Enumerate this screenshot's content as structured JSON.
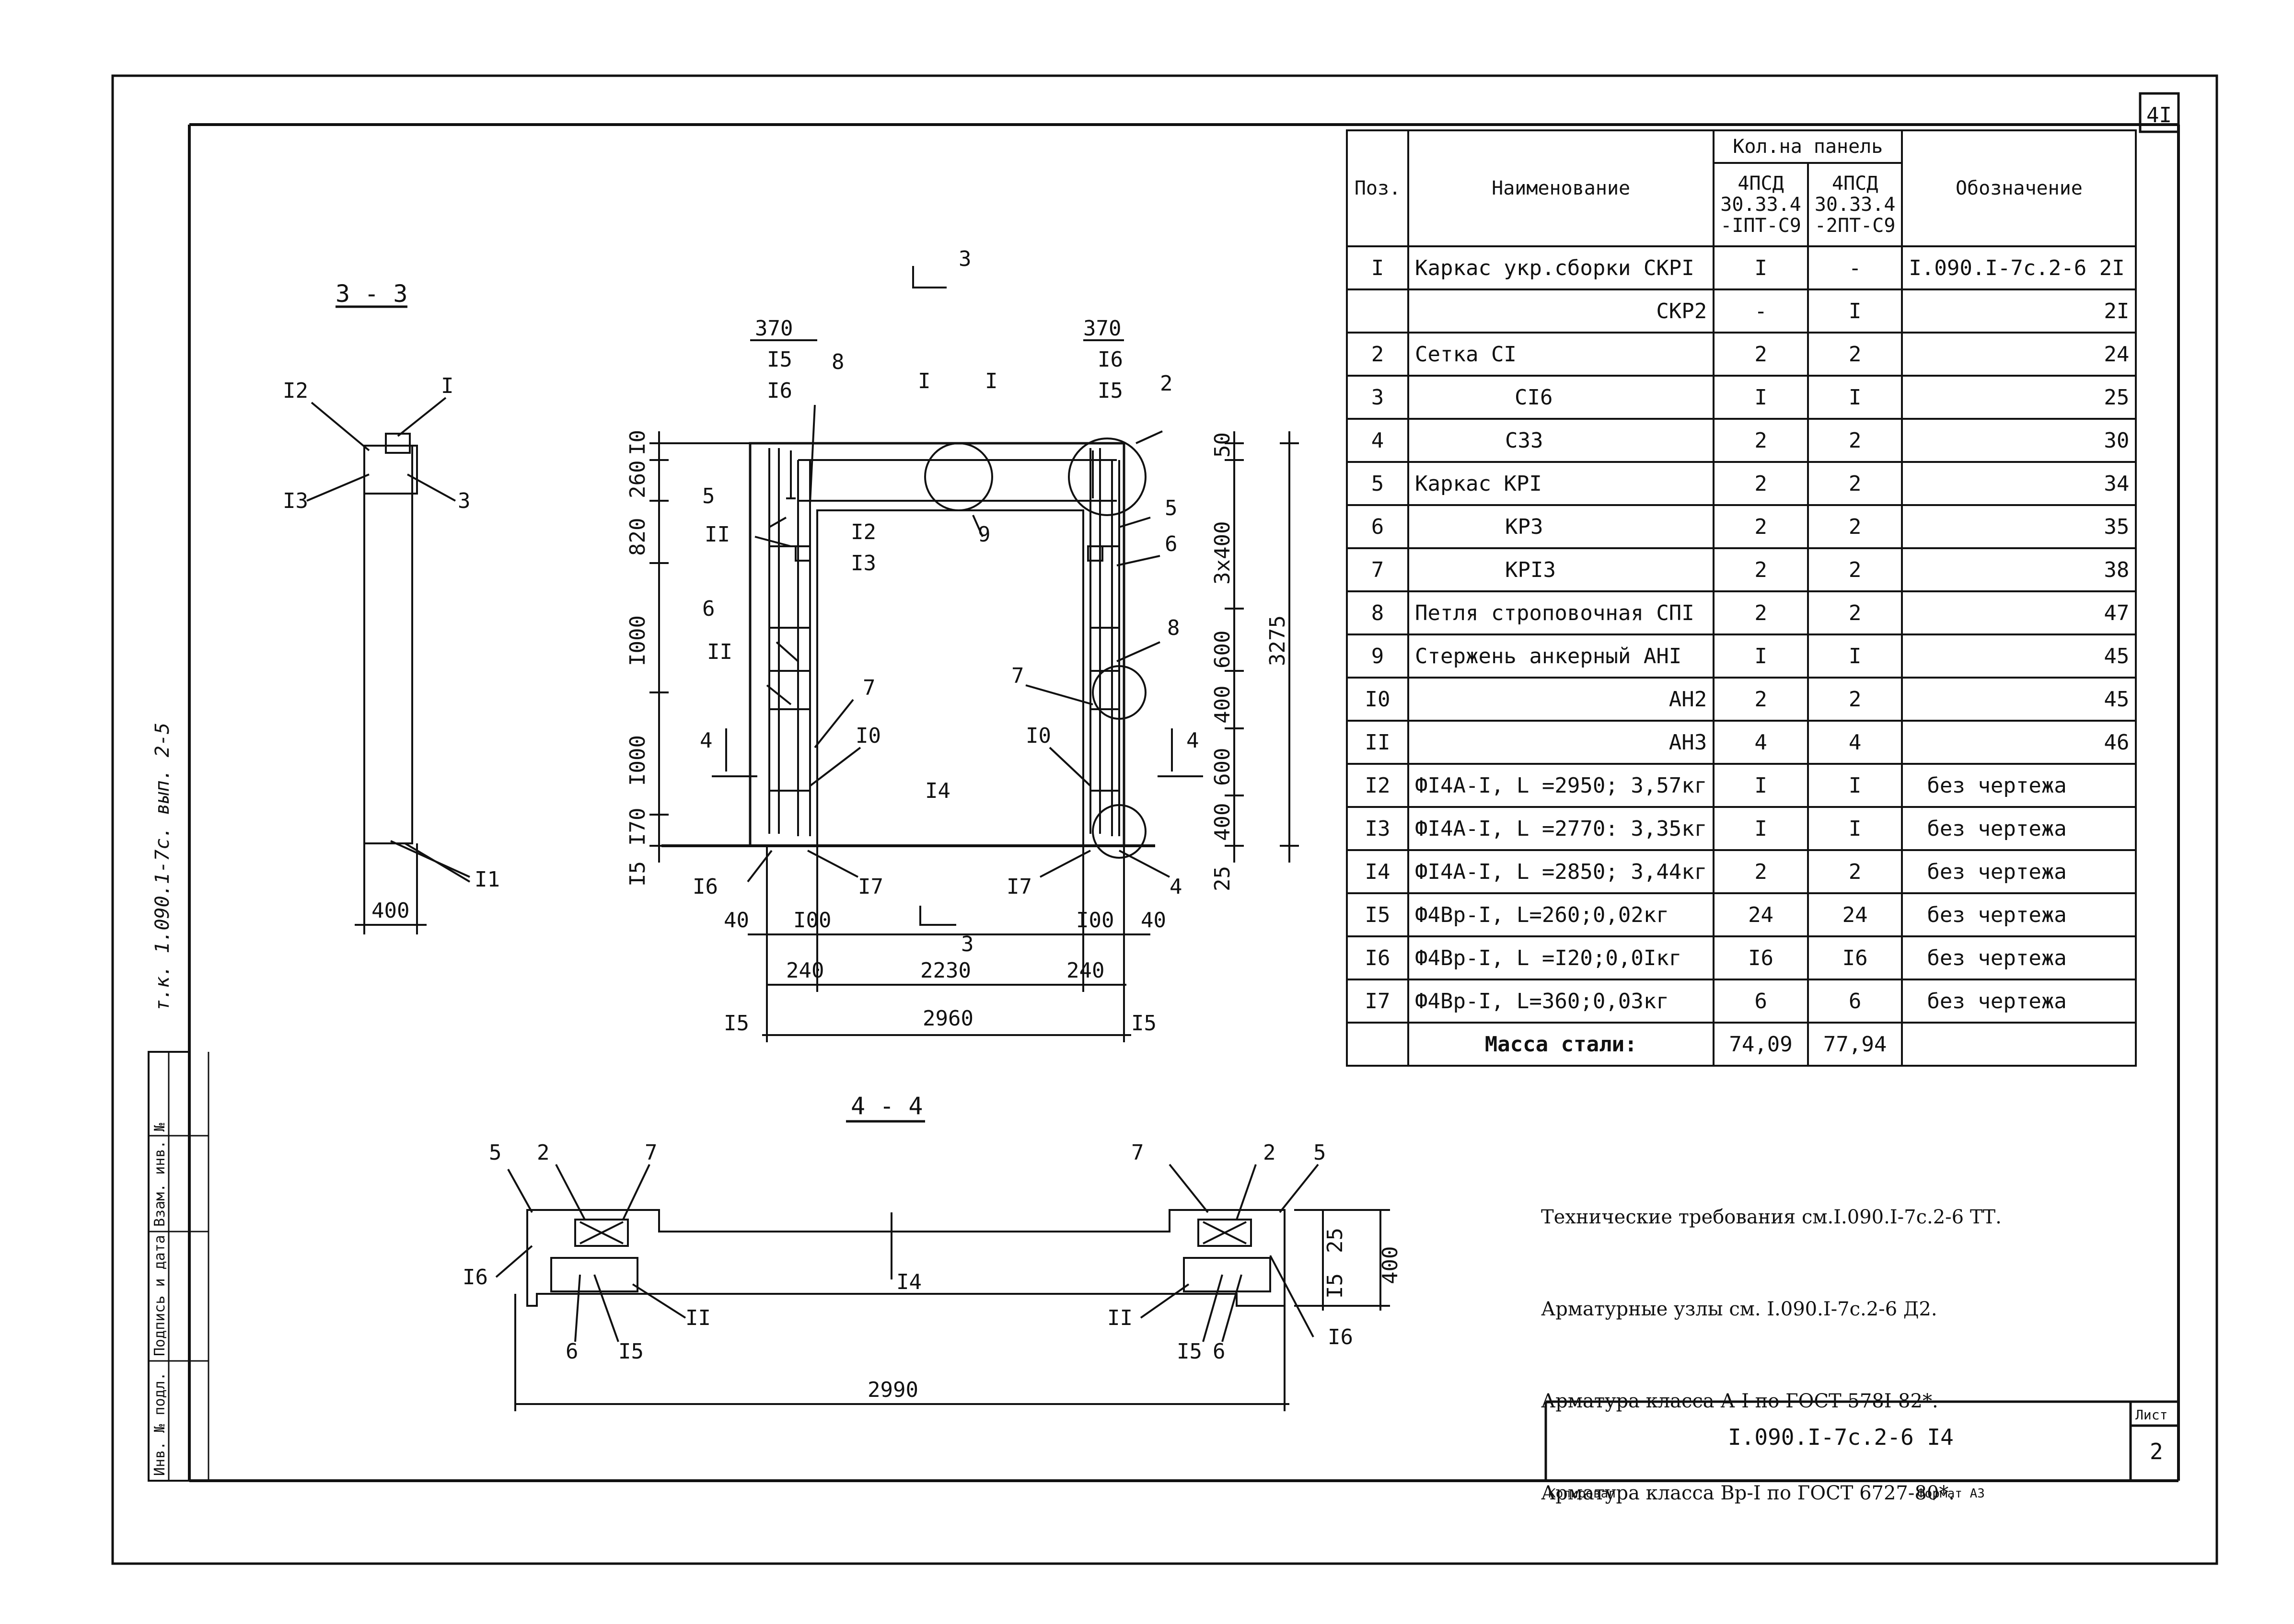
{
  "sheet": {
    "corner_number": "4I",
    "side_note": "т.к. 1.090.1-7с. вып. 2-5",
    "side_labels": [
      "Инв. № подл.",
      "Подпись и дата",
      "Взам. инв. №"
    ],
    "doc_code": "I.090.I-7c.2-6 I4",
    "sheet_label": "Лист",
    "sheet_no": "2",
    "copied": "Копировал",
    "format": "Формат А3"
  },
  "views": {
    "section_3_3": {
      "title": "3 - 3",
      "labels": [
        "I2",
        "I",
        "I3",
        "3",
        "I1"
      ],
      "dims": [
        "400"
      ]
    },
    "elevation": {
      "cut_marks": [
        "3",
        "3",
        "4",
        "4"
      ],
      "dims_top": [
        "370",
        "370"
      ],
      "dims_left": [
        "I0",
        "260",
        "820",
        "I000",
        "I000",
        "I70",
        "I5"
      ],
      "dims_right": [
        "50",
        "3x400",
        "600",
        "400",
        "600",
        "400",
        "25",
        "3275"
      ],
      "dims_bottom": [
        "40",
        "I00",
        "I00",
        "40",
        "240",
        "2230",
        "240",
        "2960"
      ],
      "callouts": [
        "I5",
        "I6",
        "8",
        "I",
        "I",
        "I6",
        "I5",
        "2",
        "5",
        "II",
        "I2",
        "I3",
        "9",
        "5",
        "6",
        "6",
        "II",
        "7",
        "8",
        "I0",
        "7",
        "I0",
        "I4",
        "I6",
        "I7",
        "I7",
        "4",
        "I5",
        "I5"
      ]
    },
    "section_4_4": {
      "title": "4 - 4",
      "labels": [
        "5",
        "2",
        "7",
        "7",
        "2",
        "5",
        "I6",
        "I4",
        "II",
        "6",
        "I5",
        "II",
        "I5",
        "6",
        "I6"
      ],
      "dims": [
        "I5",
        "25",
        "400",
        "2990"
      ]
    }
  },
  "spec_table": {
    "headers": {
      "pos": "Поз.",
      "name": "Наименование",
      "qty_group": "Кол.на панель",
      "col_a": "4ПСД 30.33.4 -IПТ-С9",
      "col_b": "4ПСД 30.33.4 -2ПТ-С9",
      "designation": "Обозначение"
    },
    "rows": [
      {
        "pos": "I",
        "name": "Каркас укр.сборки СКРI",
        "a": "I",
        "b": "-",
        "des": "I.090.I-7c.2-6 2I"
      },
      {
        "pos": "",
        "name": "СКР2",
        "a": "-",
        "b": "I",
        "des": "2I"
      },
      {
        "pos": "2",
        "name": "Сетка СI",
        "a": "2",
        "b": "2",
        "des": "24"
      },
      {
        "pos": "3",
        "name": "СI6",
        "a": "I",
        "b": "I",
        "des": "25"
      },
      {
        "pos": "4",
        "name": "С33",
        "a": "2",
        "b": "2",
        "des": "30"
      },
      {
        "pos": "5",
        "name": "Каркас КРI",
        "a": "2",
        "b": "2",
        "des": "34"
      },
      {
        "pos": "6",
        "name": "КР3",
        "a": "2",
        "b": "2",
        "des": "35"
      },
      {
        "pos": "7",
        "name": "КРI3",
        "a": "2",
        "b": "2",
        "des": "38"
      },
      {
        "pos": "8",
        "name": "Петля строповочная СПI",
        "a": "2",
        "b": "2",
        "des": "47"
      },
      {
        "pos": "9",
        "name": "Стержень анкерный АНI",
        "a": "I",
        "b": "I",
        "des": "45"
      },
      {
        "pos": "I0",
        "name": "АН2",
        "a": "2",
        "b": "2",
        "des": "45"
      },
      {
        "pos": "II",
        "name": "АН3",
        "a": "4",
        "b": "4",
        "des": "46"
      },
      {
        "pos": "I2",
        "name": "ФI4А-I, L =2950; 3,57кг",
        "a": "I",
        "b": "I",
        "des": "без чертежа"
      },
      {
        "pos": "I3",
        "name": "ФI4А-I, L =2770: 3,35кг",
        "a": "I",
        "b": "I",
        "des": "без чертежа"
      },
      {
        "pos": "I4",
        "name": "ФI4А-I, L =2850; 3,44кг",
        "a": "2",
        "b": "2",
        "des": "без чертежа"
      },
      {
        "pos": "I5",
        "name": "Ф4Вр-I, L=260;0,02кг",
        "a": "24",
        "b": "24",
        "des": "без чертежа"
      },
      {
        "pos": "I6",
        "name": "Ф4Вр-I, L =I20;0,0Iкг",
        "a": "I6",
        "b": "I6",
        "des": "без чертежа"
      },
      {
        "pos": "I7",
        "name": "Ф4Вр-I, L=360;0,03кг",
        "a": "6",
        "b": "6",
        "des": "без чертежа"
      }
    ],
    "total": {
      "label": "Масса стали:",
      "a": "74,09",
      "b": "77,94"
    }
  },
  "notes": [
    "Технические требования см.I.090.I-7с.2-6 ТТ.",
    "Арматурные узлы см. I.090.I-7с.2-6 Д2.",
    "Арматура класса А-I по ГОСТ 578I-82*.",
    "Арматура класса Вр-I по ГОСТ 6727-80*."
  ]
}
